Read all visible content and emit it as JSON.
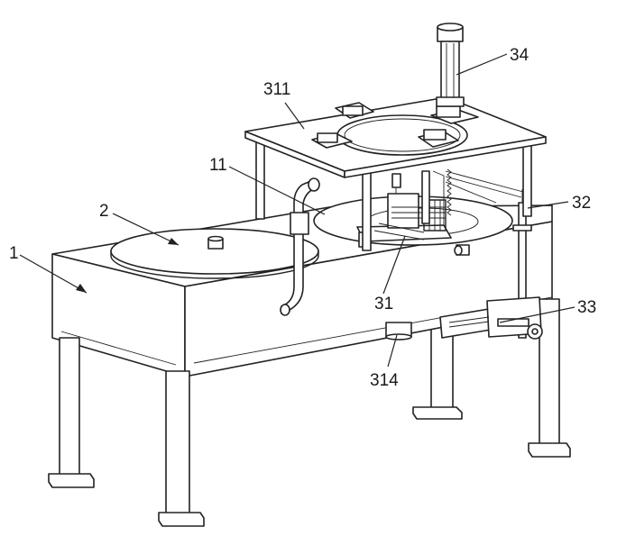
{
  "labels": {
    "l1": "1",
    "l2": "2",
    "l11": "11",
    "l31": "31",
    "l311": "311",
    "l32": "32",
    "l33": "33",
    "l34": "34",
    "l314": "314"
  }
}
